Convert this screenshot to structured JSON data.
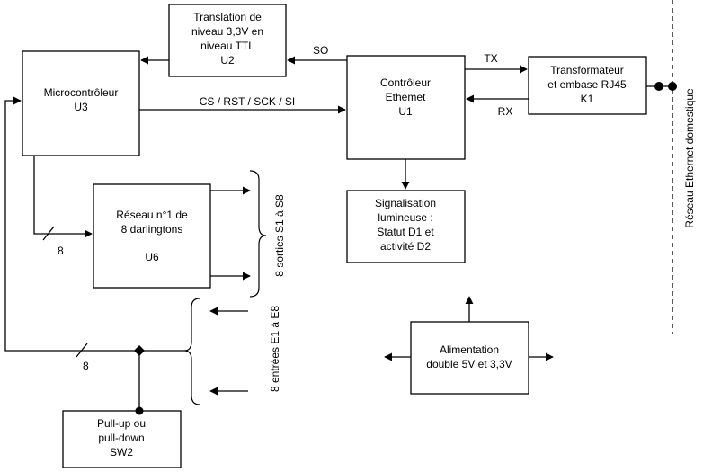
{
  "blocks": {
    "u2": {
      "lines": [
        "Translation de",
        "niveau 3,3V en",
        "niveau TTL",
        "U2"
      ]
    },
    "u3": {
      "lines": [
        "Microcontrôleur",
        "U3"
      ]
    },
    "u1": {
      "lines": [
        "Contrôleur",
        "Ethemet",
        "U1"
      ]
    },
    "k1": {
      "lines": [
        "Transformateur",
        "et embase RJ45",
        "K1"
      ]
    },
    "u6": {
      "lines": [
        "Réseau n°1 de",
        "8 darlingtons",
        "U6"
      ]
    },
    "signal": {
      "lines": [
        "Signalisation",
        "lumineuse :",
        "Statut D1 et",
        "activité D2"
      ]
    },
    "power": {
      "lines": [
        "Alimentation",
        "double 5V et 3,3V"
      ]
    },
    "sw2": {
      "lines": [
        "Pull-up ou",
        "pull-down",
        "SW2"
      ]
    }
  },
  "signals": {
    "so": "SO",
    "tx": "TX",
    "rx": "RX",
    "bus": "CS / RST / SCK / SI",
    "bus_width_out": "8",
    "bus_width_in": "8"
  },
  "group_labels": {
    "outputs": "8 sorties S1 à S8",
    "inputs": "8 entrées E1 à E8",
    "network": "Réseau Ethernet domestique"
  },
  "colors": {
    "line": "#000000",
    "background": "#ffffff"
  }
}
